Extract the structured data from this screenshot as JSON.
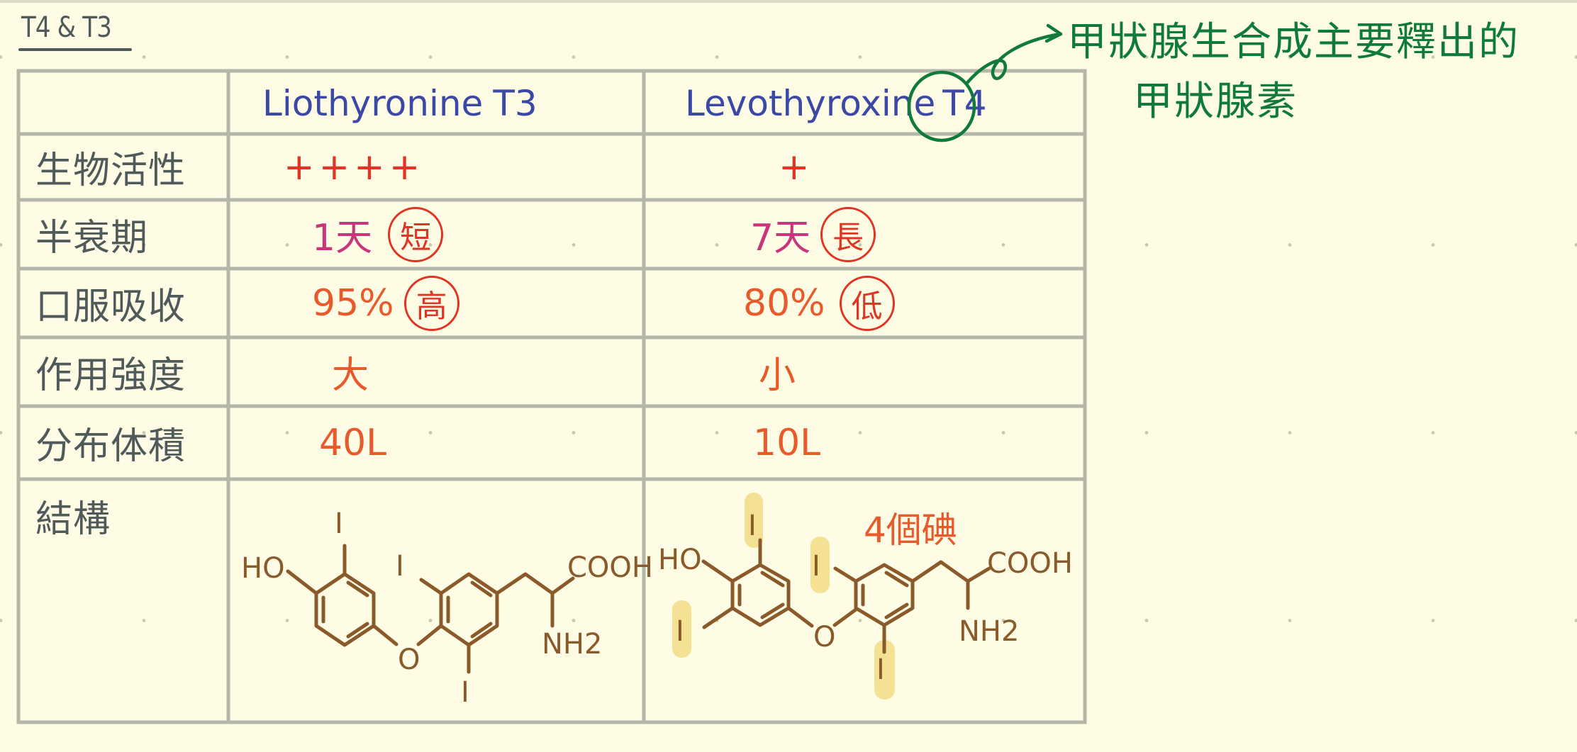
{
  "page": {
    "title": "T4 & T3",
    "background_color": "#fefce4",
    "grid_line_color": "#b4b7a8"
  },
  "table": {
    "headers": [
      "",
      "Liothyronine T3",
      "Levothyroxine T4"
    ],
    "header_parts": {
      "t3_name": "Liothyronine",
      "t3_tag": "T3",
      "t4_name": "Levothyroxine",
      "t4_tag": "T4"
    },
    "rows": [
      {
        "label": "生物活性",
        "t3": {
          "value": "++++",
          "stamp": ""
        },
        "t4": {
          "value": "+",
          "stamp": ""
        }
      },
      {
        "label": "半衰期",
        "t3": {
          "value": "1天",
          "stamp": "短"
        },
        "t4": {
          "value": "7天",
          "stamp": "長"
        }
      },
      {
        "label": "口服吸收",
        "t3": {
          "value": "95%",
          "stamp": "高"
        },
        "t4": {
          "value": "80%",
          "stamp": "低"
        }
      },
      {
        "label": "作用強度",
        "t3": {
          "value": "大",
          "stamp": ""
        },
        "t4": {
          "value": "小",
          "stamp": ""
        }
      },
      {
        "label": "分布体積",
        "t3": {
          "value": "40L",
          "stamp": ""
        },
        "t4": {
          "value": "10L",
          "stamp": ""
        }
      },
      {
        "label": "結構",
        "t3": {
          "value": "",
          "stamp": ""
        },
        "t4": {
          "value": "",
          "stamp": ""
        }
      }
    ]
  },
  "structures": {
    "t3": {
      "labels": {
        "ho": "HO",
        "iodine": "I",
        "oxygen": "O",
        "cooh": "COOH",
        "nh2": "NH2"
      },
      "iodine_count": 3
    },
    "t4": {
      "labels": {
        "ho": "HO",
        "iodine": "I",
        "oxygen": "O",
        "cooh": "COOH",
        "nh2": "NH2"
      },
      "iodine_count": 4,
      "annotation": "4個碘"
    }
  },
  "annotation": {
    "line1": "甲狀腺生合成主要釋出的",
    "line2": "甲狀腺素",
    "color": "#0f7a3c"
  },
  "colors": {
    "label_gray": "#505a5a",
    "header_blue": "#3b48a5",
    "red": "#e03424",
    "magenta": "#c9357a",
    "orange": "#e85a2c",
    "molecule_brown": "#8a5a2b",
    "highlight_yellow": "#f3dc86",
    "note_green": "#0f7a3c"
  }
}
